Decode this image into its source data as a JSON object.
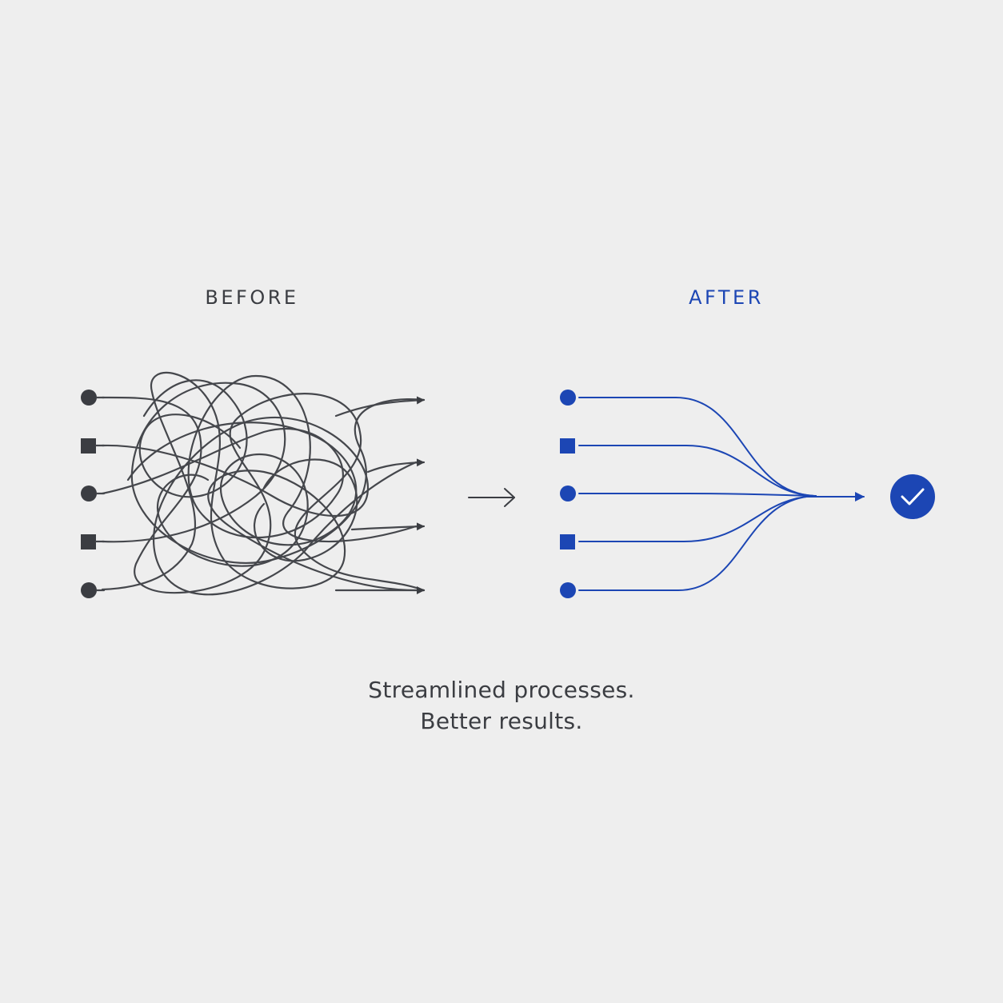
{
  "labels": {
    "before": "BEFORE",
    "after": "AFTER"
  },
  "caption": {
    "line1": "Streamlined processes.",
    "line2": "Better results."
  },
  "inputs": [
    "circle",
    "square",
    "circle",
    "square",
    "circle"
  ],
  "icons": {
    "transition": "arrow-right-icon",
    "result": "check-circle-icon"
  },
  "colors": {
    "before": "#3b3d42",
    "after": "#1c46b4",
    "background": "#eeeeee"
  }
}
